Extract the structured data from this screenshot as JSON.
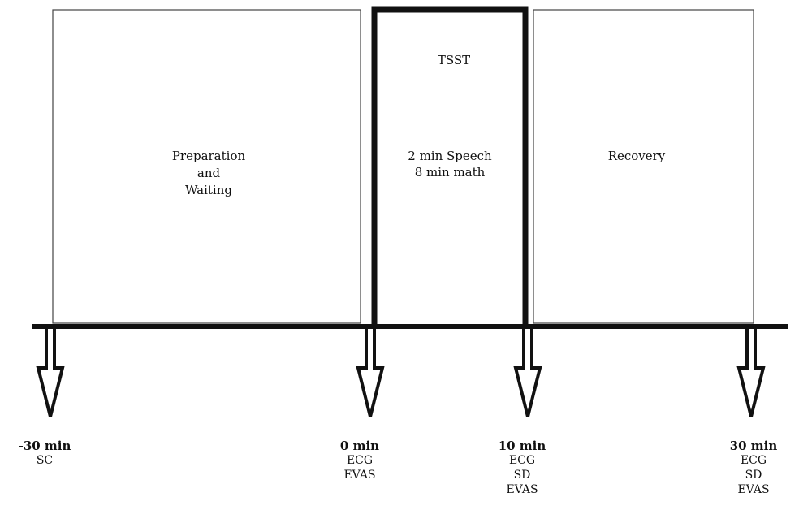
{
  "phases": {
    "preparation": {
      "lines": [
        "Preparation",
        "and",
        "Waiting"
      ]
    },
    "tsst": {
      "title": "TSST",
      "lines": [
        "2 min Speech",
        "8 min math"
      ]
    },
    "recovery": {
      "lines": [
        "Recovery"
      ]
    }
  },
  "timepoints": [
    {
      "time": "-30 min",
      "measures": [
        "SC"
      ]
    },
    {
      "time": "0 min",
      "measures": [
        "ECG",
        "EVAS"
      ]
    },
    {
      "time": "10 min",
      "measures": [
        "ECG",
        "SD",
        "EVAS"
      ]
    },
    {
      "time": "30 min",
      "measures": [
        "ECG",
        "SD",
        "EVAS"
      ]
    }
  ]
}
